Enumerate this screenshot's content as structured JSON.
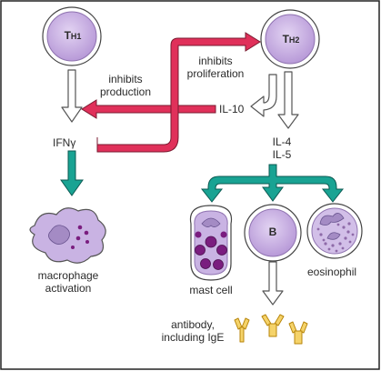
{
  "cells": {
    "th1": {
      "main": "T",
      "sub": "H1"
    },
    "th2": {
      "main": "T",
      "sub": "H2"
    },
    "b_cell": "B"
  },
  "labels": {
    "inhibits_production": [
      "inhibits",
      "production"
    ],
    "inhibits_proliferation": [
      "inhibits",
      "proliferation"
    ],
    "il10": "IL-10",
    "ifn": "IFNγ",
    "il4": "IL-4",
    "il5": "IL-5",
    "macrophage_activation": [
      "macrophage",
      "activation"
    ],
    "mast_cell": "mast cell",
    "eosinophil": "eosinophil",
    "antibody": [
      "antibody,",
      "including IgE"
    ]
  },
  "colors": {
    "magenta_arrow": "#e0305a",
    "teal_arrow": "#19a393",
    "cell_fill": "#c9b3e3",
    "cell_nucleus": "#b89ad8",
    "granule": "#7a1d7f",
    "frame": "#222222"
  }
}
